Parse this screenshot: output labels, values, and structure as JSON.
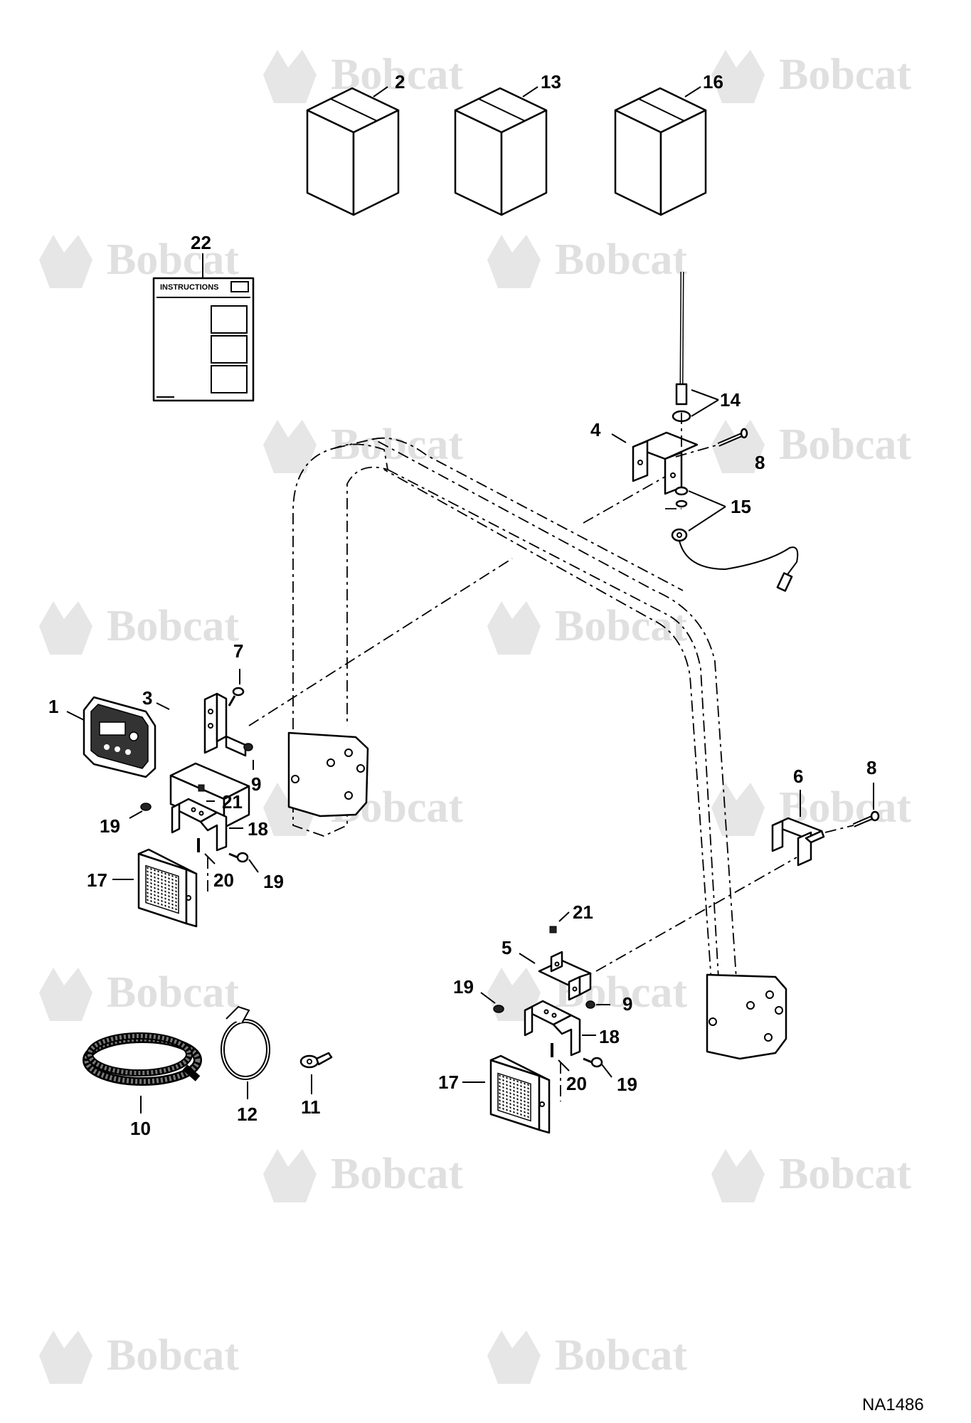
{
  "diagram": {
    "watermark_text": "Bobcat",
    "figure_code": "NA1486",
    "instructions_label": "INSTRUCTIONS",
    "callouts": [
      {
        "id": "c2",
        "text": "2"
      },
      {
        "id": "c13",
        "text": "13"
      },
      {
        "id": "c16",
        "text": "16"
      },
      {
        "id": "c22",
        "text": "22"
      },
      {
        "id": "c14",
        "text": "14"
      },
      {
        "id": "c4",
        "text": "4"
      },
      {
        "id": "c8a",
        "text": "8"
      },
      {
        "id": "c15",
        "text": "15"
      },
      {
        "id": "c7",
        "text": "7"
      },
      {
        "id": "c3",
        "text": "3"
      },
      {
        "id": "c1",
        "text": "1"
      },
      {
        "id": "c9a",
        "text": "9"
      },
      {
        "id": "c21a",
        "text": "21"
      },
      {
        "id": "c19a",
        "text": "19"
      },
      {
        "id": "c18a",
        "text": "18"
      },
      {
        "id": "c17a",
        "text": "17"
      },
      {
        "id": "c20a",
        "text": "20"
      },
      {
        "id": "c19b",
        "text": "19"
      },
      {
        "id": "c6",
        "text": "6"
      },
      {
        "id": "c8b",
        "text": "8"
      },
      {
        "id": "c21b",
        "text": "21"
      },
      {
        "id": "c5",
        "text": "5"
      },
      {
        "id": "c19c",
        "text": "19"
      },
      {
        "id": "c9b",
        "text": "9"
      },
      {
        "id": "c18b",
        "text": "18"
      },
      {
        "id": "c17b",
        "text": "17"
      },
      {
        "id": "c20b",
        "text": "20"
      },
      {
        "id": "c19d",
        "text": "19"
      },
      {
        "id": "c10",
        "text": "10"
      },
      {
        "id": "c12",
        "text": "12"
      },
      {
        "id": "c11",
        "text": "11"
      }
    ]
  }
}
